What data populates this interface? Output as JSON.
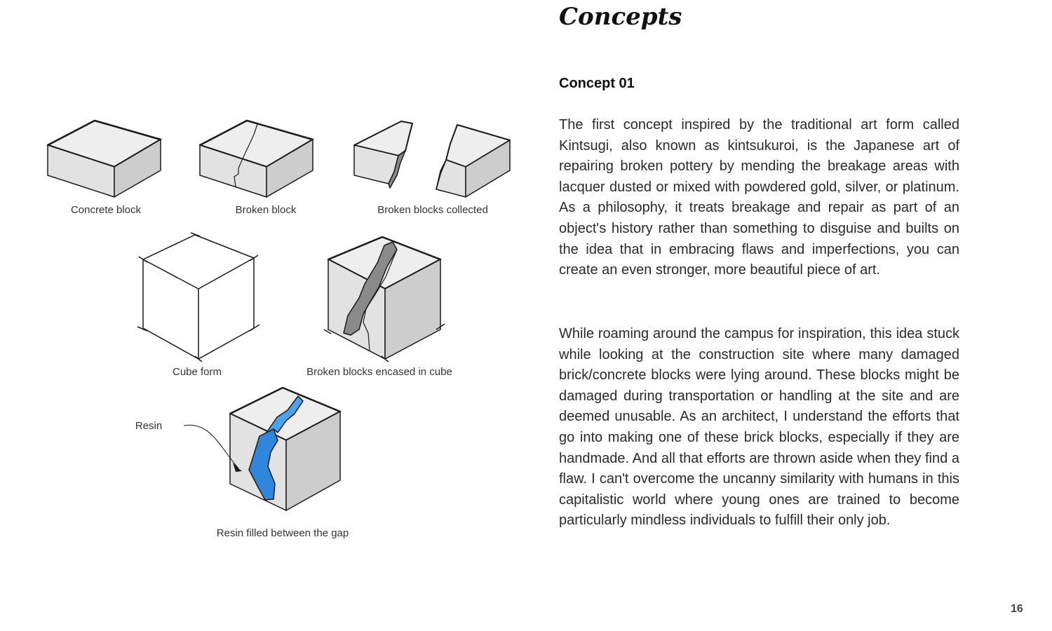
{
  "title": "Concepts",
  "section_heading": "Concept 01",
  "paragraphs": [
    "The first concept inspired by the traditional art form called Kintsugi, also known as kintsukuroi, is the Japanese art of repairing broken pottery by mending the breakage areas with lacquer dusted or mixed with powdered gold, silver, or platinum. As a philosophy, it treats breakage and repair as part of an object's history rather than something to disguise and builts on the idea that in embracing flaws and imperfections, you can create an even stronger, more beautiful piece of art.",
    "While roaming around the campus for inspiration, this idea stuck while looking at the construction site where many damaged brick/concrete blocks were lying around. These blocks might be damaged during transportation or handling at the site and are deemed unusable. As an architect, I understand the efforts that go into making one of these brick blocks, especially if they are handmade. And all that efforts are thrown aside when they find a flaw. I can't overcome the uncanny similarity with humans in this capitalistic world where young ones are trained to become particularly mindless individuals to fulfill their only job."
  ],
  "figures": {
    "concrete_block": "Concrete block",
    "broken_block": "Broken block",
    "broken_blocks_collected": "Broken blocks collected",
    "cube_form": "Cube form",
    "encased": "Broken blocks encased in cube",
    "resin_label": "Resin",
    "resin_filled": "Resin filled between the gap"
  },
  "colors": {
    "resin": "#3a8fe0",
    "face": "#e4e4e4",
    "side": "#cfcfcf",
    "crack": "#8a8a8a"
  },
  "page_number": "16"
}
